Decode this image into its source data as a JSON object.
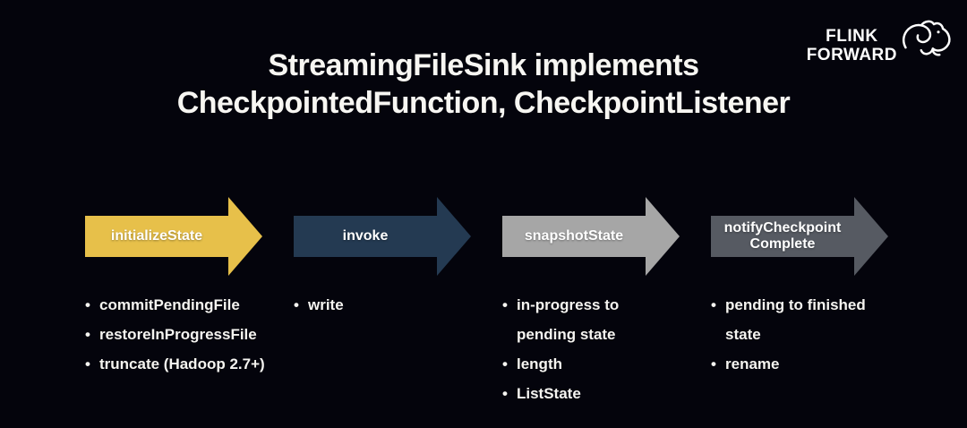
{
  "title": {
    "line1": "StreamingFileSink implements",
    "line2": "CheckpointedFunction, CheckpointListener"
  },
  "logo": {
    "line1": "FLINK",
    "line2": "FORWARD",
    "icon": "flink-squirrel-outline-icon"
  },
  "colors": {
    "background": "#04040c",
    "text": "#f5f4f0",
    "arrow_initialize": "#e7c04a",
    "arrow_invoke": "#243a52",
    "arrow_snapshot": "#a6a6a6",
    "arrow_notify": "#565a62"
  },
  "columns": [
    {
      "label": "initializeState",
      "color": "#e7c04a",
      "bullets": [
        "commitPendingFile",
        "restoreInProgressFile",
        "truncate (Hadoop 2.7+)"
      ]
    },
    {
      "label": "invoke",
      "color": "#243a52",
      "bullets": [
        "write"
      ]
    },
    {
      "label": "snapshotState",
      "color": "#a6a6a6",
      "bullets": [
        "in-progress to\npending state",
        "length",
        "ListState"
      ]
    },
    {
      "label": "notifyCheckpoint\nComplete",
      "color": "#565a62",
      "bullets": [
        "pending to finished\nstate",
        "rename"
      ]
    }
  ]
}
